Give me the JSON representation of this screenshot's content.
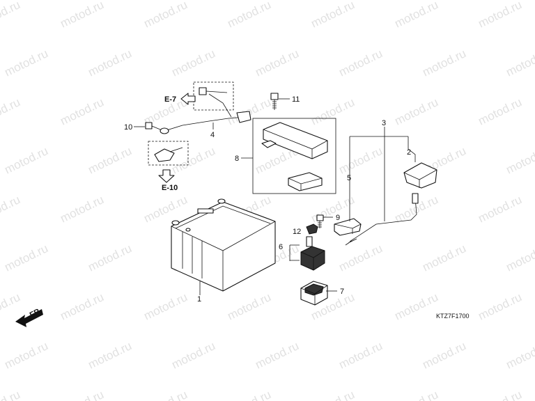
{
  "watermark": "motod.ru",
  "drawing_code": "KTZ7F1700",
  "direction_label": "FR.",
  "refs": {
    "e7": "E-7",
    "e10": "E-10"
  },
  "callouts": {
    "p1": "1",
    "p2": "2",
    "p3": "3",
    "p4": "4",
    "p5": "5",
    "p6": "6",
    "p7": "7",
    "p8": "8",
    "p9": "9",
    "p10": "10",
    "p11": "11",
    "p12": "12"
  }
}
